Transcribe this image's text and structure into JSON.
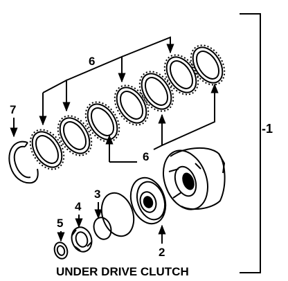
{
  "caption": "UNDER DRIVE CLUTCH",
  "callouts": {
    "assembly": "-1",
    "part2": "2",
    "part3": "3",
    "part4": "4",
    "part5": "5",
    "plates_top": "6",
    "plates_bottom": "6",
    "part7": "7"
  },
  "colors": {
    "line": "#000000",
    "background": "#ffffff"
  }
}
